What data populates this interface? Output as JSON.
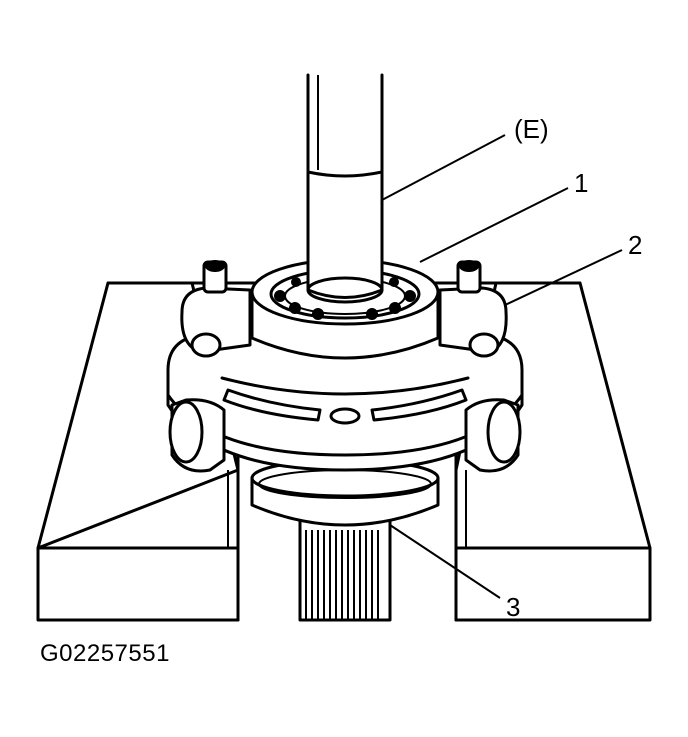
{
  "callouts": {
    "tool_e": "(E)",
    "part_1": "1",
    "part_2": "2",
    "part_3": "3"
  },
  "figure_id": "G02257551"
}
